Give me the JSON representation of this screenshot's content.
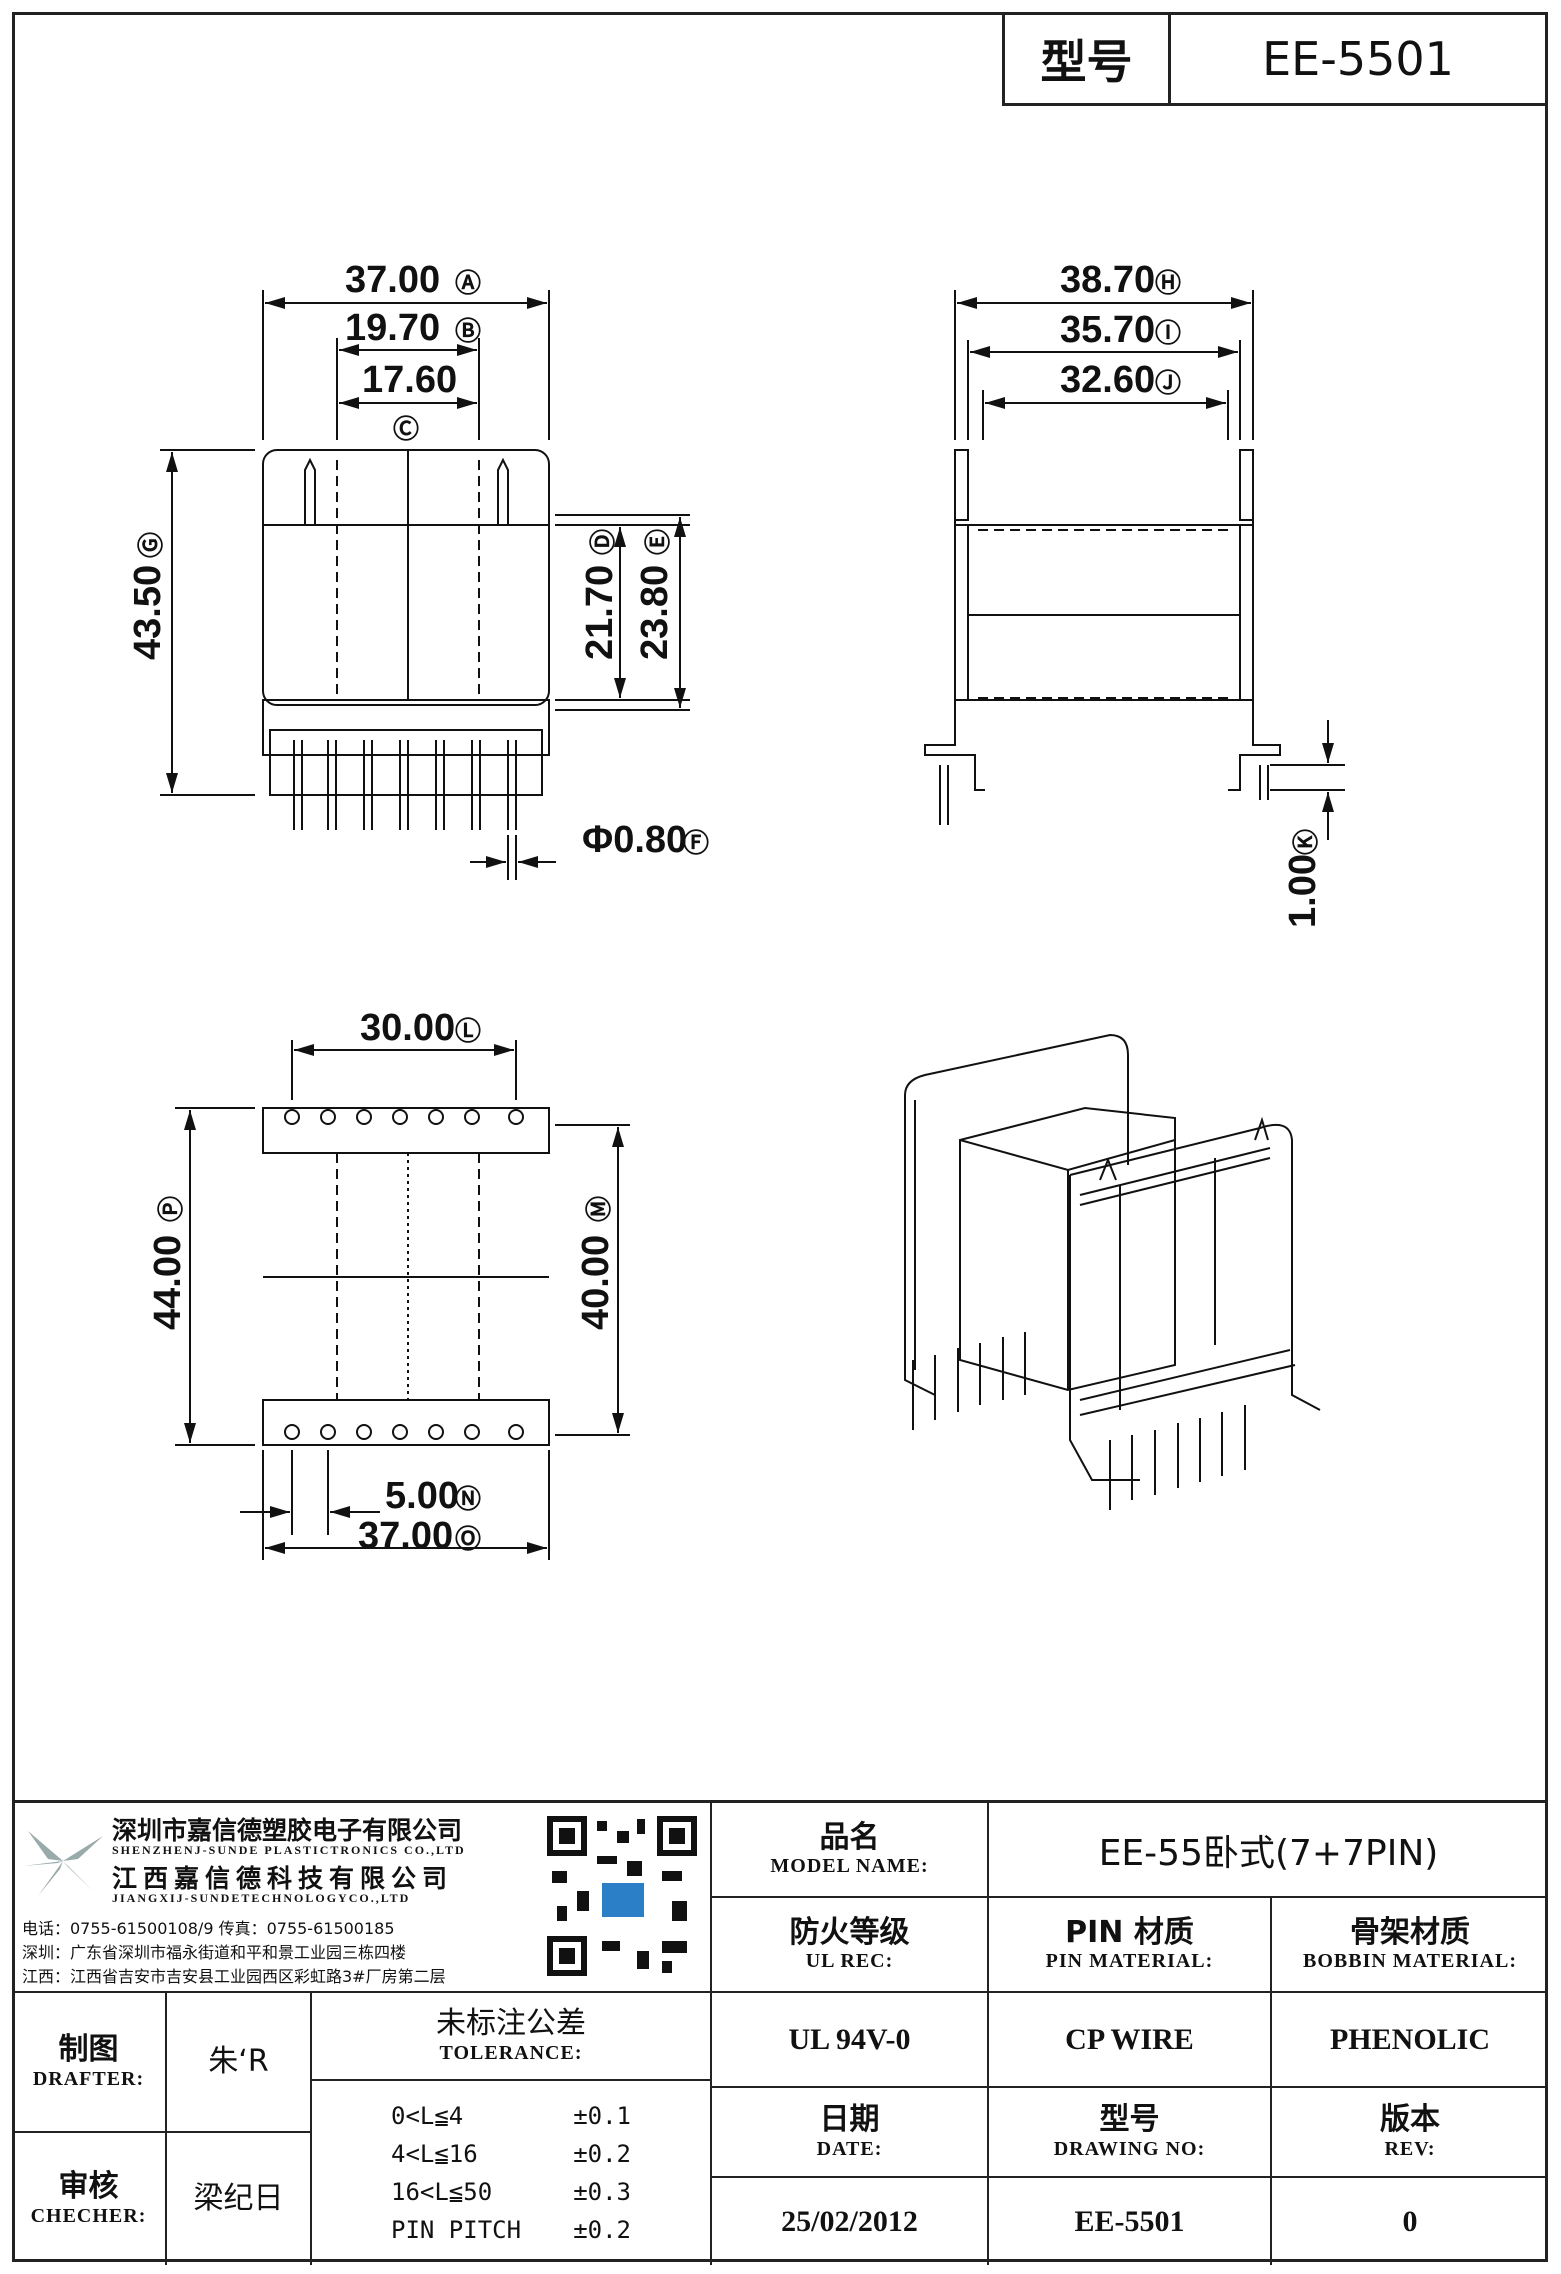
{
  "header": {
    "model_label": "型号",
    "model_value": "EE-5501"
  },
  "dimensions": {
    "top_A": "37.00",
    "top_B": "19.70",
    "top_C": "17.60",
    "left_G": "43.50",
    "right_D": "21.70",
    "right_E": "23.80",
    "pin_F": "Φ0.80",
    "side_H": "38.70",
    "side_I": "35.70",
    "side_J": "32.60",
    "side_K": "1.00",
    "bot_L": "30.00",
    "bot_P": "44.00",
    "bot_M": "40.00",
    "bot_N": "5.00",
    "bot_O": "37.00"
  },
  "markers": {
    "A": "Ⓐ",
    "B": "Ⓑ",
    "C": "Ⓒ",
    "D": "Ⓓ",
    "E": "Ⓔ",
    "F": "Ⓕ",
    "G": "Ⓖ",
    "H": "Ⓗ",
    "I": "Ⓘ",
    "J": "Ⓙ",
    "K": "Ⓚ",
    "L": "Ⓛ",
    "M": "Ⓜ",
    "N": "Ⓝ",
    "O": "Ⓞ",
    "P": "Ⓟ"
  },
  "company": {
    "name_sz": "深圳市嘉信德塑胶电子有限公司",
    "name_sz_en": "SHENZHENJ-SUNDE PLASTICTRONICS CO.,LTD",
    "name_jx": "江西嘉信德科技有限公司",
    "name_jx_en": "JIANGXIJ-SUNDETECHNOLOGYCO.,LTD",
    "contact": "电话：0755-61500108/9     传真：0755-61500185",
    "addr_sz": "深圳：广东省深圳市福永街道和平和景工业园三栋四楼",
    "addr_jx": "江西：江西省吉安市吉安县工业园西区彩虹路3#厂房第二层"
  },
  "title_block": {
    "model_name_cn": "品名",
    "model_name_en": "MODEL NAME:",
    "model_name_value": "EE-55卧式(7+7PIN)",
    "ul_cn": "防火等级",
    "ul_en": "UL REC:",
    "ul_value": "UL 94V-0",
    "pin_cn": "PIN 材质",
    "pin_en": "PIN MATERIAL:",
    "pin_value": "CP WIRE",
    "bobbin_cn": "骨架材质",
    "bobbin_en": "BOBBIN MATERIAL:",
    "bobbin_value": "PHENOLIC",
    "drafter_cn": "制图",
    "drafter_en": "DRAFTER:",
    "drafter_value": "朱‘R",
    "checker_cn": "审核",
    "checker_en": "CHECHER:",
    "checker_value": "梁纪日",
    "tol_cn": "未标注公差",
    "tol_en": "TOLERANCE:",
    "tolerances": [
      {
        "range": "0<L≦4",
        "value": "±0.1"
      },
      {
        "range": "4<L≦16",
        "value": "±0.2"
      },
      {
        "range": "16<L≦50",
        "value": "±0.3"
      },
      {
        "range": "PIN PITCH",
        "value": "±0.2"
      }
    ],
    "date_cn": "日期",
    "date_en": "DATE:",
    "date_value": "25/02/2012",
    "drawing_cn": "型号",
    "drawing_en": "DRAWING NO:",
    "drawing_value": "EE-5501",
    "rev_cn": "版本",
    "rev_en": "REV:",
    "rev_value": "0"
  }
}
